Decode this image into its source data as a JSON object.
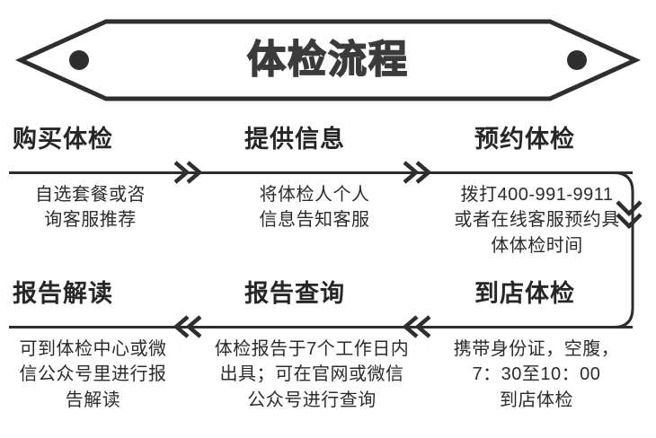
{
  "banner": {
    "title": "体检流程",
    "shape": "hexagon-ribbon",
    "dot_left": "●",
    "dot_right": "●"
  },
  "colors": {
    "outline": "#2e2e2e",
    "title_text": "#3b3b3b",
    "header_text": "#262626",
    "body_text": "#2b2b2b",
    "background": "#ffffff"
  },
  "flow": {
    "row1": {
      "direction": "left-to-right",
      "steps": [
        {
          "id": "step-1",
          "header": "购买体检",
          "body": "自选套餐或咨\n询客服推荐"
        },
        {
          "id": "step-2",
          "header": "提供信息",
          "body": "将体检人个人\n信息告知客服"
        },
        {
          "id": "step-3",
          "header": "预约体检",
          "body": "拨打400-991-9911\n或者在线客服预约具\n体体检时间"
        }
      ]
    },
    "row2": {
      "direction": "right-to-left",
      "steps": [
        {
          "id": "step-6",
          "header": "报告解读",
          "body": "可到体检中心或微\n信公众号里进行报\n告解读"
        },
        {
          "id": "step-5",
          "header": "报告查询",
          "body": "体检报告于7个工作日内\n出具；可在官网或微信\n公众号进行查询"
        },
        {
          "id": "step-4",
          "header": "到店体检",
          "body": "携带身份证，空腹，\n7：30至10：00\n到店体检"
        }
      ]
    }
  },
  "connectors": {
    "chevron_right_1": "»",
    "chevron_right_2": "»",
    "chevron_left_1": "«",
    "chevron_left_2": "«",
    "chevron_down": "⌄⌄"
  }
}
